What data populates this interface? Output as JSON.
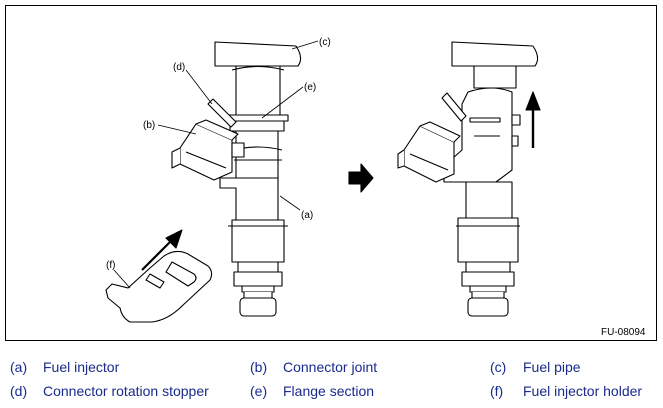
{
  "figure_code": "FU-08094",
  "callouts": {
    "a": "(a)",
    "b": "(b)",
    "c": "(c)",
    "d": "(d)",
    "e": "(e)",
    "f": "(f)"
  },
  "legend": [
    {
      "code": "(a)",
      "text": "Fuel injector"
    },
    {
      "code": "(b)",
      "text": "Connector joint"
    },
    {
      "code": "(c)",
      "text": "Fuel pipe"
    },
    {
      "code": "(d)",
      "text": "Connector rotation stopper"
    },
    {
      "code": "(e)",
      "text": "Flange section"
    },
    {
      "code": "(f)",
      "text": "Fuel injector holder"
    }
  ],
  "colors": {
    "line": "#000000",
    "legend_text": "#1a2a8c"
  }
}
